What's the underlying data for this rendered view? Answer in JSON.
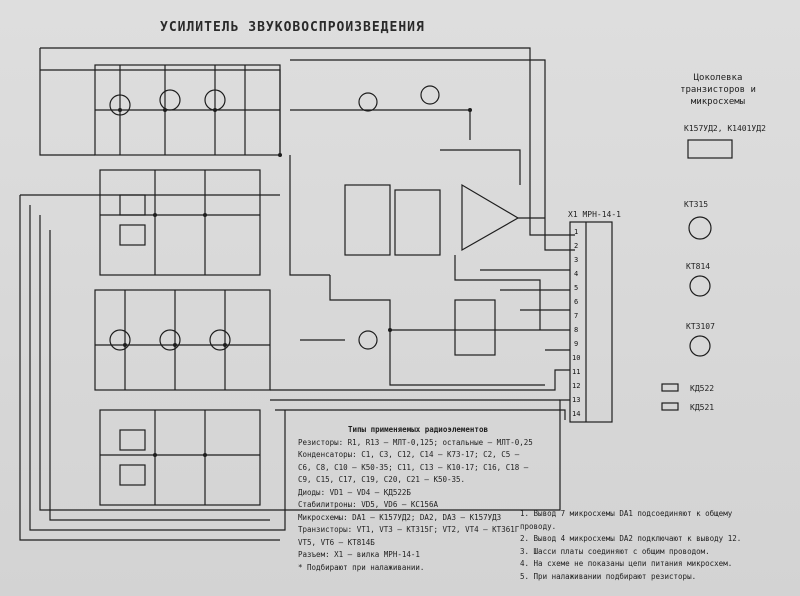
{
  "title": "УСИЛИТЕЛЬ ЗВУКОВОСПРОИЗВЕДЕНИЯ",
  "legend": {
    "title_lines": [
      "Цоколевка",
      "транзисторов и микросхемы"
    ],
    "items": [
      {
        "name": "legend-ic",
        "label": "К157УД2, К1401УД2"
      },
      {
        "name": "legend-transistor-1",
        "label": "КТ315"
      },
      {
        "name": "legend-transistor-2",
        "label": "КТ814"
      },
      {
        "name": "legend-transistor-3",
        "label": "КТ3107"
      },
      {
        "name": "legend-diode-1",
        "label": "КД522"
      },
      {
        "name": "legend-diode-2",
        "label": "КД521"
      }
    ]
  },
  "connector": {
    "title": "X1 МРН-14-1",
    "pins": [
      "1",
      "2",
      "3",
      "4",
      "5",
      "6",
      "7",
      "8",
      "9",
      "10",
      "11",
      "12",
      "13",
      "14"
    ]
  },
  "notes": {
    "head": "Типы применяемых радиоэлементов",
    "lines": [
      "Резисторы: R1, R13 — МЛТ-0,125; остальные — МЛТ-0,25",
      "Конденсаторы: C1, C3, C12, C14 — К73-17; C2, C5 —",
      "C6, C8, C10 — К50-35; C11, C13 — К10-17; C16, C18 —",
      "C9, C15, C17, C19, C20, C21 — К50-35.",
      "Диоды: VD1 — VD4 — КД522Б",
      "Стабилитроны: VD5, VD6 — КС156А",
      "Микросхемы: DA1 — К157УД2; DA2, DA3 — К157УД3",
      "Транзисторы: VT1, VT3 — КТ315Г; VT2, VT4 — КТ361Г",
      "VT5, VT6 — КТ814Б",
      "Разъем: X1 — вилка МРН-14-1",
      "* Подбирают при налаживании."
    ]
  },
  "remarks": {
    "lines": [
      "1. Вывод 7 микросхемы DA1 подсоединяют к общему проводу.",
      "2. Вывод 4 микросхемы DA2 подключают к выводу 12.",
      "3. Шасси платы соединяют с общим проводом.",
      "4. На схеме не показаны цепи питания микросхем.",
      "5. При налаживании подбирают резисторы."
    ]
  },
  "colors": {
    "paper": "#d9d9d9",
    "ink": "#1e1e1e"
  }
}
